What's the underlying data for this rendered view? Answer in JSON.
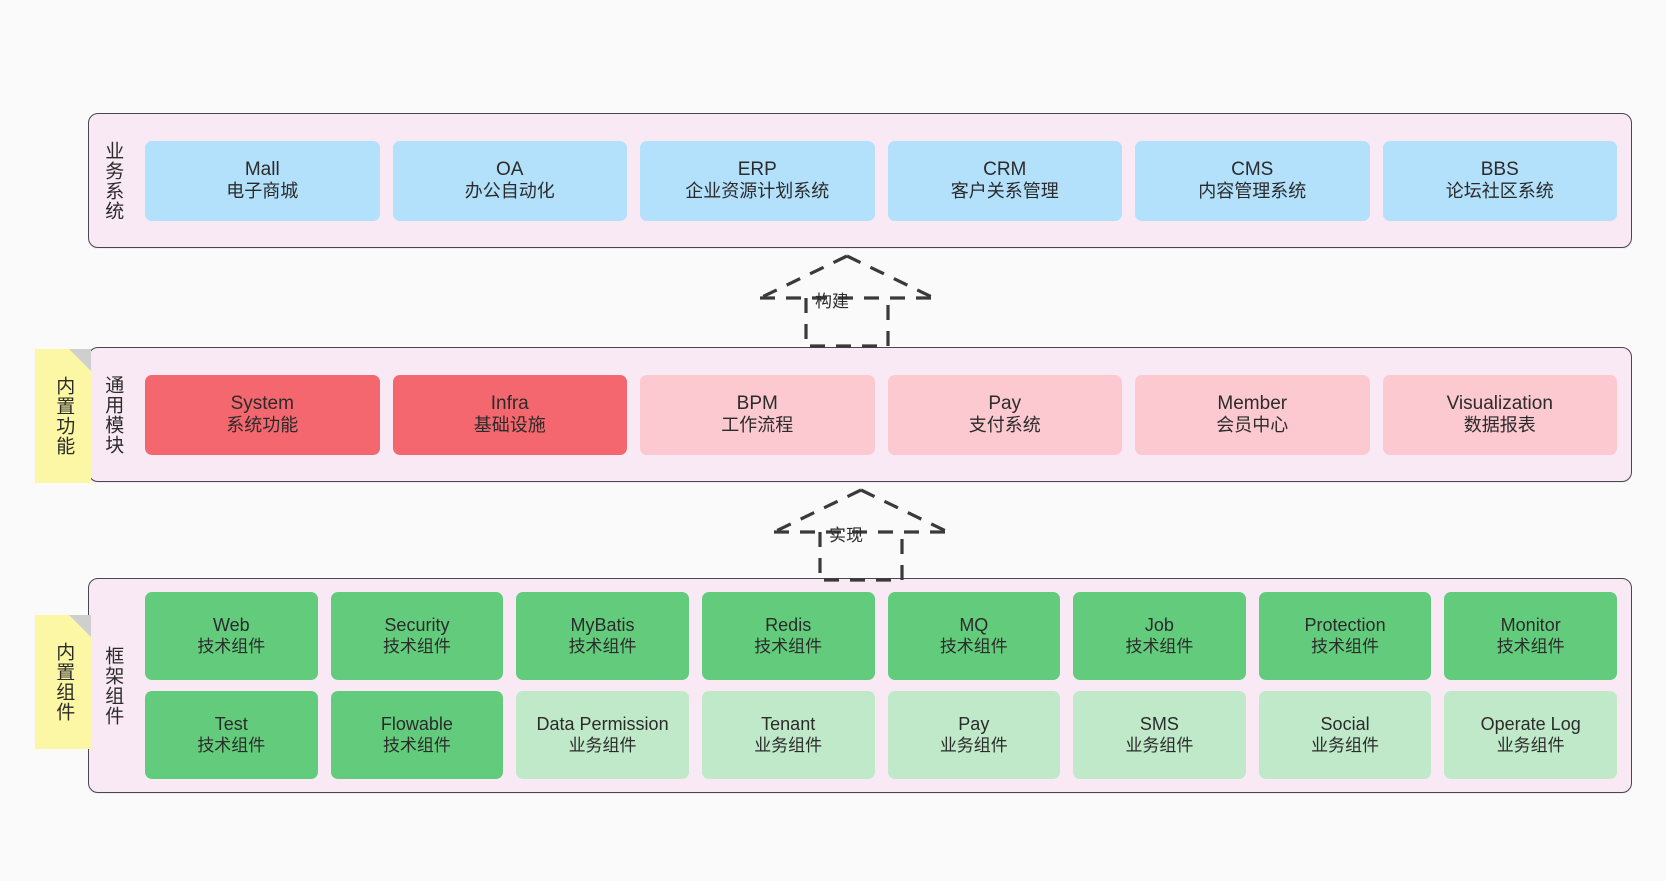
{
  "diagram": {
    "background": "#fafafa",
    "panel_bg": "#f8e9f4",
    "panel_border": "#4a4550",
    "note_bg": "#fbf7a4",
    "colors": {
      "business": "#b3e0fb",
      "module_core": "#f4676e",
      "module_optional": "#fbc9cf",
      "tech_component": "#63cc7c",
      "biz_component": "#bfe9c8"
    }
  },
  "layers": {
    "business": {
      "label": "业务系统",
      "cards": [
        {
          "title": "Mall",
          "sub": "电子商城",
          "color": "c-blue"
        },
        {
          "title": "OA",
          "sub": "办公自动化",
          "color": "c-blue"
        },
        {
          "title": "ERP",
          "sub": "企业资源计划系统",
          "color": "c-blue"
        },
        {
          "title": "CRM",
          "sub": "客户关系管理",
          "color": "c-blue"
        },
        {
          "title": "CMS",
          "sub": "内容管理系统",
          "color": "c-blue"
        },
        {
          "title": "BBS",
          "sub": "论坛社区系统",
          "color": "c-blue"
        }
      ]
    },
    "modules": {
      "label": "通用模块",
      "note": "内置功能",
      "cards": [
        {
          "title": "System",
          "sub": "系统功能",
          "color": "c-red"
        },
        {
          "title": "Infra",
          "sub": "基础设施",
          "color": "c-red"
        },
        {
          "title": "BPM",
          "sub": "工作流程",
          "color": "c-pink"
        },
        {
          "title": "Pay",
          "sub": "支付系统",
          "color": "c-pink"
        },
        {
          "title": "Member",
          "sub": "会员中心",
          "color": "c-pink"
        },
        {
          "title": "Visualization",
          "sub": "数据报表",
          "color": "c-pink"
        }
      ]
    },
    "framework": {
      "label": "框架组件",
      "note": "内置组件",
      "cards": [
        {
          "title": "Web",
          "sub": "技术组件",
          "color": "c-green"
        },
        {
          "title": "Security",
          "sub": "技术组件",
          "color": "c-green"
        },
        {
          "title": "MyBatis",
          "sub": "技术组件",
          "color": "c-green"
        },
        {
          "title": "Redis",
          "sub": "技术组件",
          "color": "c-green"
        },
        {
          "title": "MQ",
          "sub": "技术组件",
          "color": "c-green"
        },
        {
          "title": "Job",
          "sub": "技术组件",
          "color": "c-green"
        },
        {
          "title": "Protection",
          "sub": "技术组件",
          "color": "c-green"
        },
        {
          "title": "Monitor",
          "sub": "技术组件",
          "color": "c-green"
        },
        {
          "title": "Test",
          "sub": "技术组件",
          "color": "c-green"
        },
        {
          "title": "Flowable",
          "sub": "技术组件",
          "color": "c-green"
        },
        {
          "title": "Data Permission",
          "sub": "业务组件",
          "color": "c-greenlight"
        },
        {
          "title": "Tenant",
          "sub": "业务组件",
          "color": "c-greenlight"
        },
        {
          "title": "Pay",
          "sub": "业务组件",
          "color": "c-greenlight"
        },
        {
          "title": "SMS",
          "sub": "业务组件",
          "color": "c-greenlight"
        },
        {
          "title": "Social",
          "sub": "业务组件",
          "color": "c-greenlight"
        },
        {
          "title": "Operate Log",
          "sub": "业务组件",
          "color": "c-greenlight"
        }
      ]
    }
  },
  "connectors": [
    {
      "name": "build",
      "label": "构建",
      "style": "dashed-generalization",
      "direction": "up"
    },
    {
      "name": "implement",
      "label": "实现",
      "style": "dashed-generalization",
      "direction": "up"
    }
  ]
}
